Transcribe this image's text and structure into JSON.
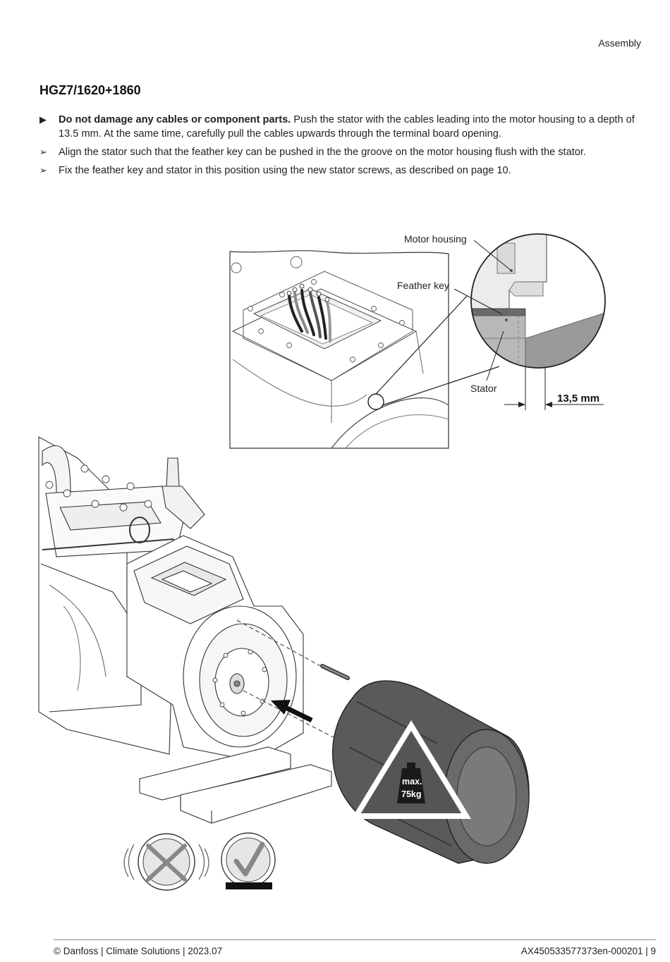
{
  "header": {
    "section": "Assembly"
  },
  "title": "HGZ7/1620+1860",
  "steps": [
    {
      "marker": "▶",
      "bold": "Do not damage any cables or component parts.",
      "text": " Push the stator with the cables leading into the motor housing to a depth of 13.5 mm. At the same time, carefully pull the cables upwards through the terminal board opening."
    },
    {
      "marker": "➢",
      "text": "Align the stator such that the feather key can be pushed in the the groove on the motor housing flush with the stator."
    },
    {
      "marker": "➢",
      "text": "Fix the feather key and stator in this position using the new stator screws, as described on page 10."
    }
  ],
  "figure": {
    "labels": {
      "motor_housing": "Motor housing",
      "feather_key": "Feather key",
      "stator": "Stator",
      "dimension": "13,5 mm",
      "weight_line1": "max.",
      "weight_line2": "75kg"
    },
    "icons": [
      "compressor-drawing-icon",
      "detail-magnifier-icon",
      "heavy-load-warning-icon",
      "no-vibration-icon",
      "level-check-icon"
    ]
  },
  "footer": {
    "left": "© Danfoss | Climate Solutions | 2023.07",
    "right": "AX450533577373en-000201 | 9"
  }
}
